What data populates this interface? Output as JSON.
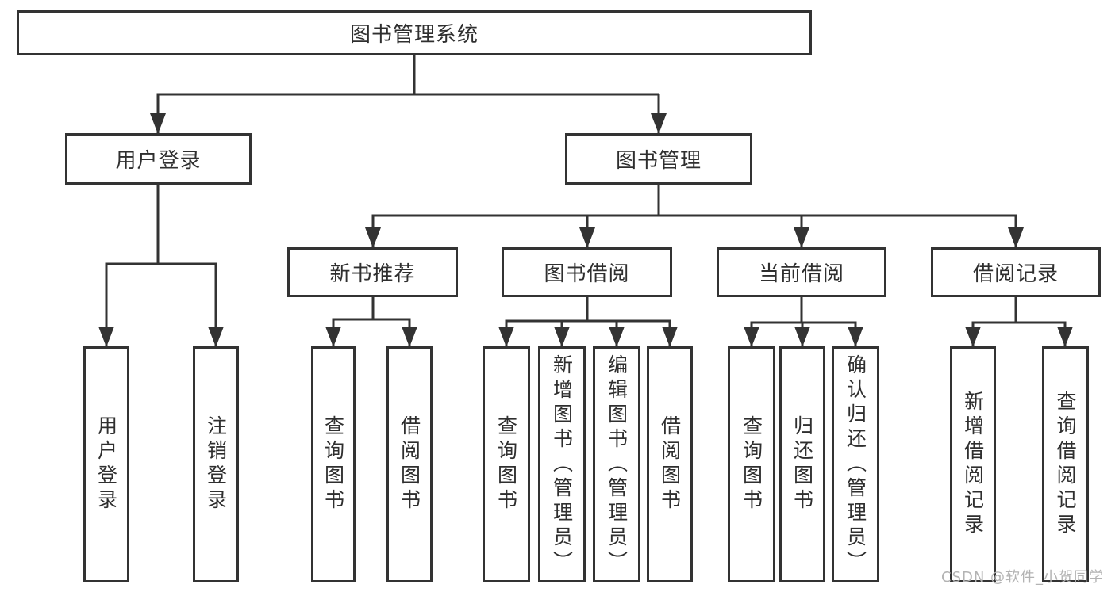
{
  "org": {
    "root": "图书管理系统",
    "groups": [
      {
        "label": "用户登录",
        "leaves": [
          "用户登录",
          "注销登录"
        ]
      },
      {
        "label": "图书管理",
        "sections": [
          {
            "label": "新书推荐",
            "leaves": [
              "查询图书",
              "借阅图书"
            ]
          },
          {
            "label": "图书借阅",
            "leaves": [
              "查询图书",
              "新增图书（管理员）",
              "编辑图书（管理员）",
              "借阅图书"
            ]
          },
          {
            "label": "当前借阅",
            "leaves": [
              "查询图书",
              "归还图书",
              "确认归还（管理员）"
            ]
          },
          {
            "label": "借阅记录",
            "leaves": [
              "新增借阅记录",
              "查询借阅记录"
            ]
          }
        ]
      }
    ]
  },
  "watermark": "CSDN @软件_小贺同学",
  "colors": {
    "line": "#333333",
    "text": "#2f2f2f",
    "watermark": "#b3b3b3",
    "background": "#ffffff"
  }
}
